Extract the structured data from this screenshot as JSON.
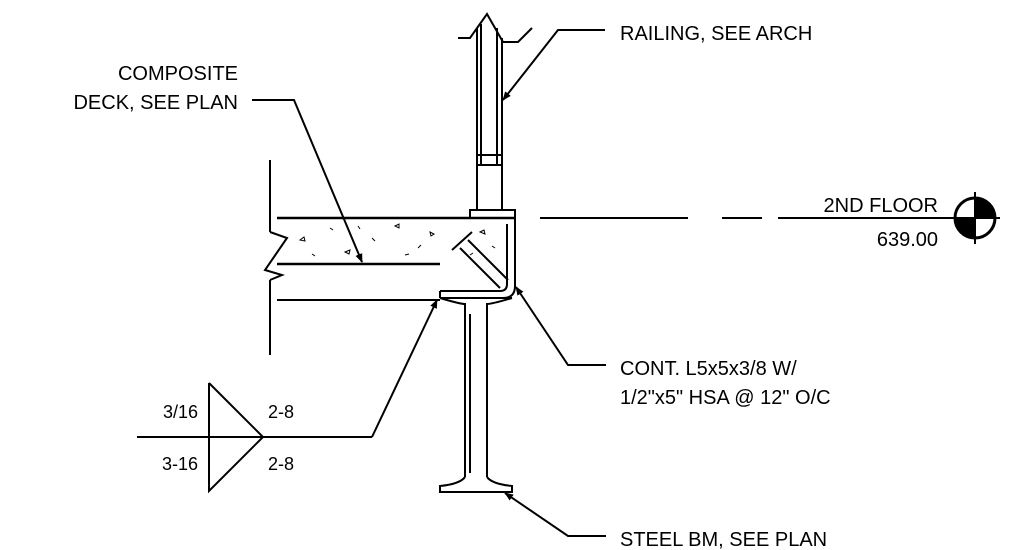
{
  "drawing": {
    "callouts": {
      "railing": "RAILING, SEE ARCH",
      "composite_deck_line1": "COMPOSITE",
      "composite_deck_line2": "DECK, SEE PLAN",
      "angle_line1": "CONT. L5x5x3/8 W/",
      "angle_line2": "1/2\"x5\" HSA @ 12\" O/C",
      "steel_beam": "STEEL BM, SEE PLAN"
    },
    "level_marker": {
      "name": "2ND FLOOR",
      "elevation": "639.00"
    },
    "weld_symbol": {
      "arrow_side_size": "3/16",
      "arrow_side_length_pitch": "2-8",
      "other_side_size": "3-16",
      "other_side_length_pitch": "2-8"
    }
  }
}
